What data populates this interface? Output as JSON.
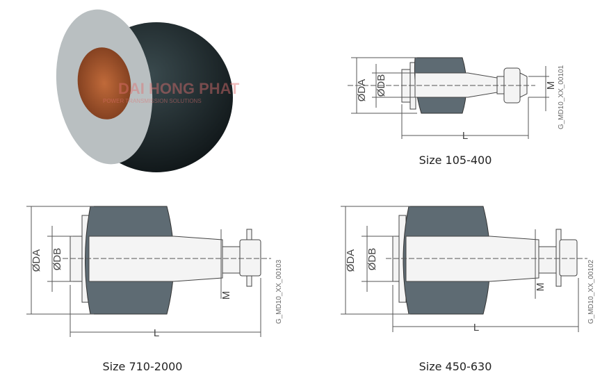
{
  "photo": {
    "watermark_brand": "DAI HONG PHAT",
    "watermark_tagline": "POWER TRANSMISSION SOLUTIONS"
  },
  "diagrams": [
    {
      "caption": "Size 105-400",
      "code": "G_MD10_XX_00101",
      "labels": {
        "da": "ØDA",
        "db": "ØDB",
        "m": "M",
        "l": "L"
      }
    },
    {
      "caption": "Size 710-2000",
      "code": "G_MD10_XX_00103",
      "labels": {
        "da": "ØDA",
        "db": "ØDB",
        "m": "M",
        "l": "L"
      }
    },
    {
      "caption": "Size 450-630",
      "code": "G_MD10_XX_00102",
      "labels": {
        "da": "ØDA",
        "db": "ØDB",
        "m": "M",
        "l": "L"
      }
    }
  ],
  "colors": {
    "rubber": "#5e6b73",
    "watermark": "#e07070"
  }
}
